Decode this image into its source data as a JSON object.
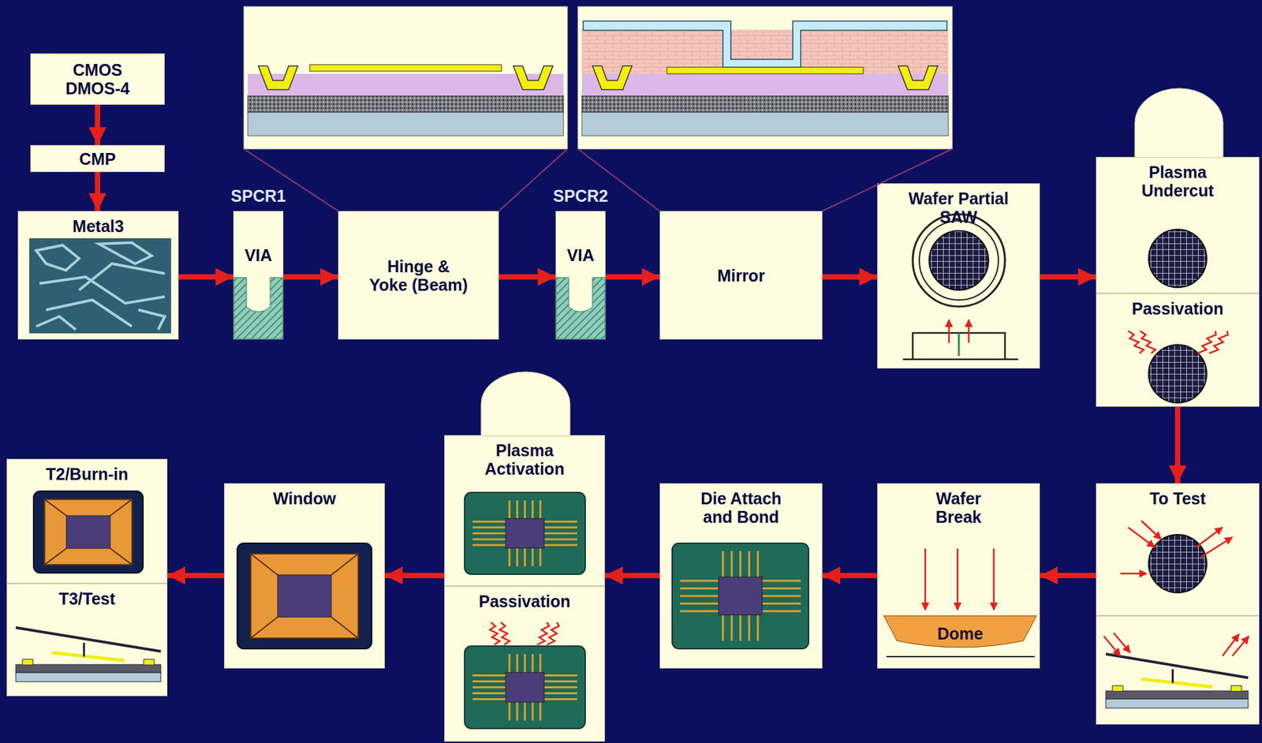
{
  "diagram": {
    "nodes": [
      {
        "text": [
          "CMOS DMOS-4"
        ]
      },
      {
        "text": [
          "CMP"
        ]
      },
      {
        "text": [
          "Metal3"
        ]
      },
      {
        "text": [
          "SPCR1",
          "VIA"
        ]
      },
      {
        "text": [
          "Hinge & Yoke (Beam)"
        ]
      },
      {
        "text": [
          "SPCR2",
          "VIA"
        ]
      },
      {
        "text": [
          "Mirror"
        ]
      },
      {
        "text": [
          "Wafer Partial SAW"
        ]
      },
      {
        "text": [
          "Plasma Undercut"
        ]
      },
      {
        "text": [
          "Passivation"
        ]
      },
      {
        "text": [
          "To Test"
        ]
      },
      {
        "text": [
          "Wafer Break"
        ]
      },
      {
        "text": [
          "Die Attach and Bond"
        ]
      },
      {
        "text": [
          "Plasma Activation"
        ]
      },
      {
        "text": [
          "Passivation"
        ]
      },
      {
        "text": [
          "Window"
        ]
      },
      {
        "text": [
          "T2/Burn-in"
        ]
      },
      {
        "text": [
          "T3/Test"
        ]
      }
    ],
    "edges": [
      {
        "from": 0,
        "to": 1,
        "arrow": "to"
      },
      {
        "from": 1,
        "to": 2,
        "arrow": "to"
      },
      {
        "from": 2,
        "to": 3,
        "arrow": "to"
      },
      {
        "from": 3,
        "to": 4,
        "arrow": "to"
      },
      {
        "from": 4,
        "to": 5,
        "arrow": "to"
      },
      {
        "from": 5,
        "to": 6,
        "arrow": "to"
      },
      {
        "from": 6,
        "to": 7,
        "arrow": "to"
      },
      {
        "from": 7,
        "to": 8,
        "arrow": "to"
      },
      {
        "from": 9,
        "to": 10,
        "arrow": "to"
      },
      {
        "from": 10,
        "to": 11,
        "arrow": "to"
      },
      {
        "from": 11,
        "to": 12,
        "arrow": "to"
      },
      {
        "from": 12,
        "to": 13,
        "arrow": "to"
      },
      {
        "from": 13,
        "to": 15,
        "arrow": "to"
      },
      {
        "from": 15,
        "to": 16,
        "arrow": "to"
      }
    ],
    "labels": [
      "Dome"
    ]
  }
}
